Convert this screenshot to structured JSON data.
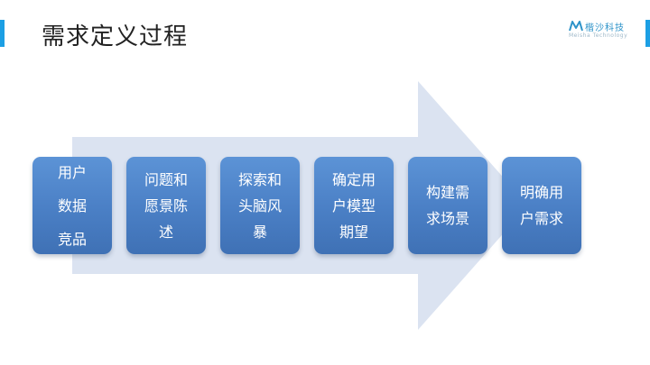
{
  "header": {
    "title": "需求定义过程"
  },
  "logo": {
    "name": "楷沙科技",
    "subtitle": "Meisha Technology",
    "color": "#2d93c9"
  },
  "diagram": {
    "arrow_color": "#dbe3f1",
    "box_color": "#4a7fc5",
    "steps": [
      {
        "lines": [
          "用户",
          "数据",
          "竞品"
        ]
      },
      {
        "lines": [
          "问题和",
          "愿景陈",
          "述"
        ]
      },
      {
        "lines": [
          "探索和",
          "头脑风",
          "暴"
        ]
      },
      {
        "lines": [
          "确定用",
          "户模型",
          "期望"
        ]
      },
      {
        "lines": [
          "构建需",
          "求场景"
        ]
      },
      {
        "lines": [
          "明确用",
          "户需求"
        ]
      }
    ]
  }
}
